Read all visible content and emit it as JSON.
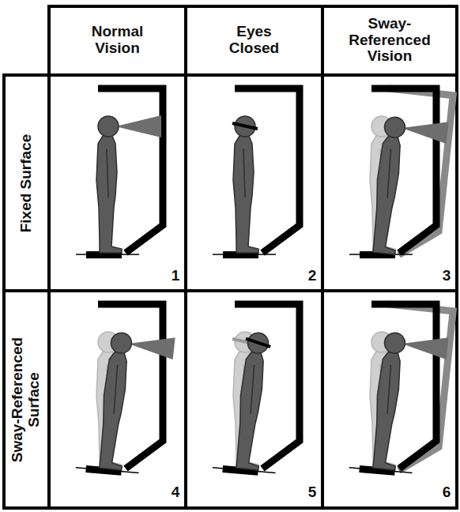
{
  "diagram": {
    "labels": [
      "Normal Vision",
      "Eyes Closed",
      "Sway-Referenced Vision",
      "Fixed Surface",
      "Sway-Referenced Surface",
      "1",
      "2",
      "3",
      "4",
      "5",
      "6"
    ]
  }
}
